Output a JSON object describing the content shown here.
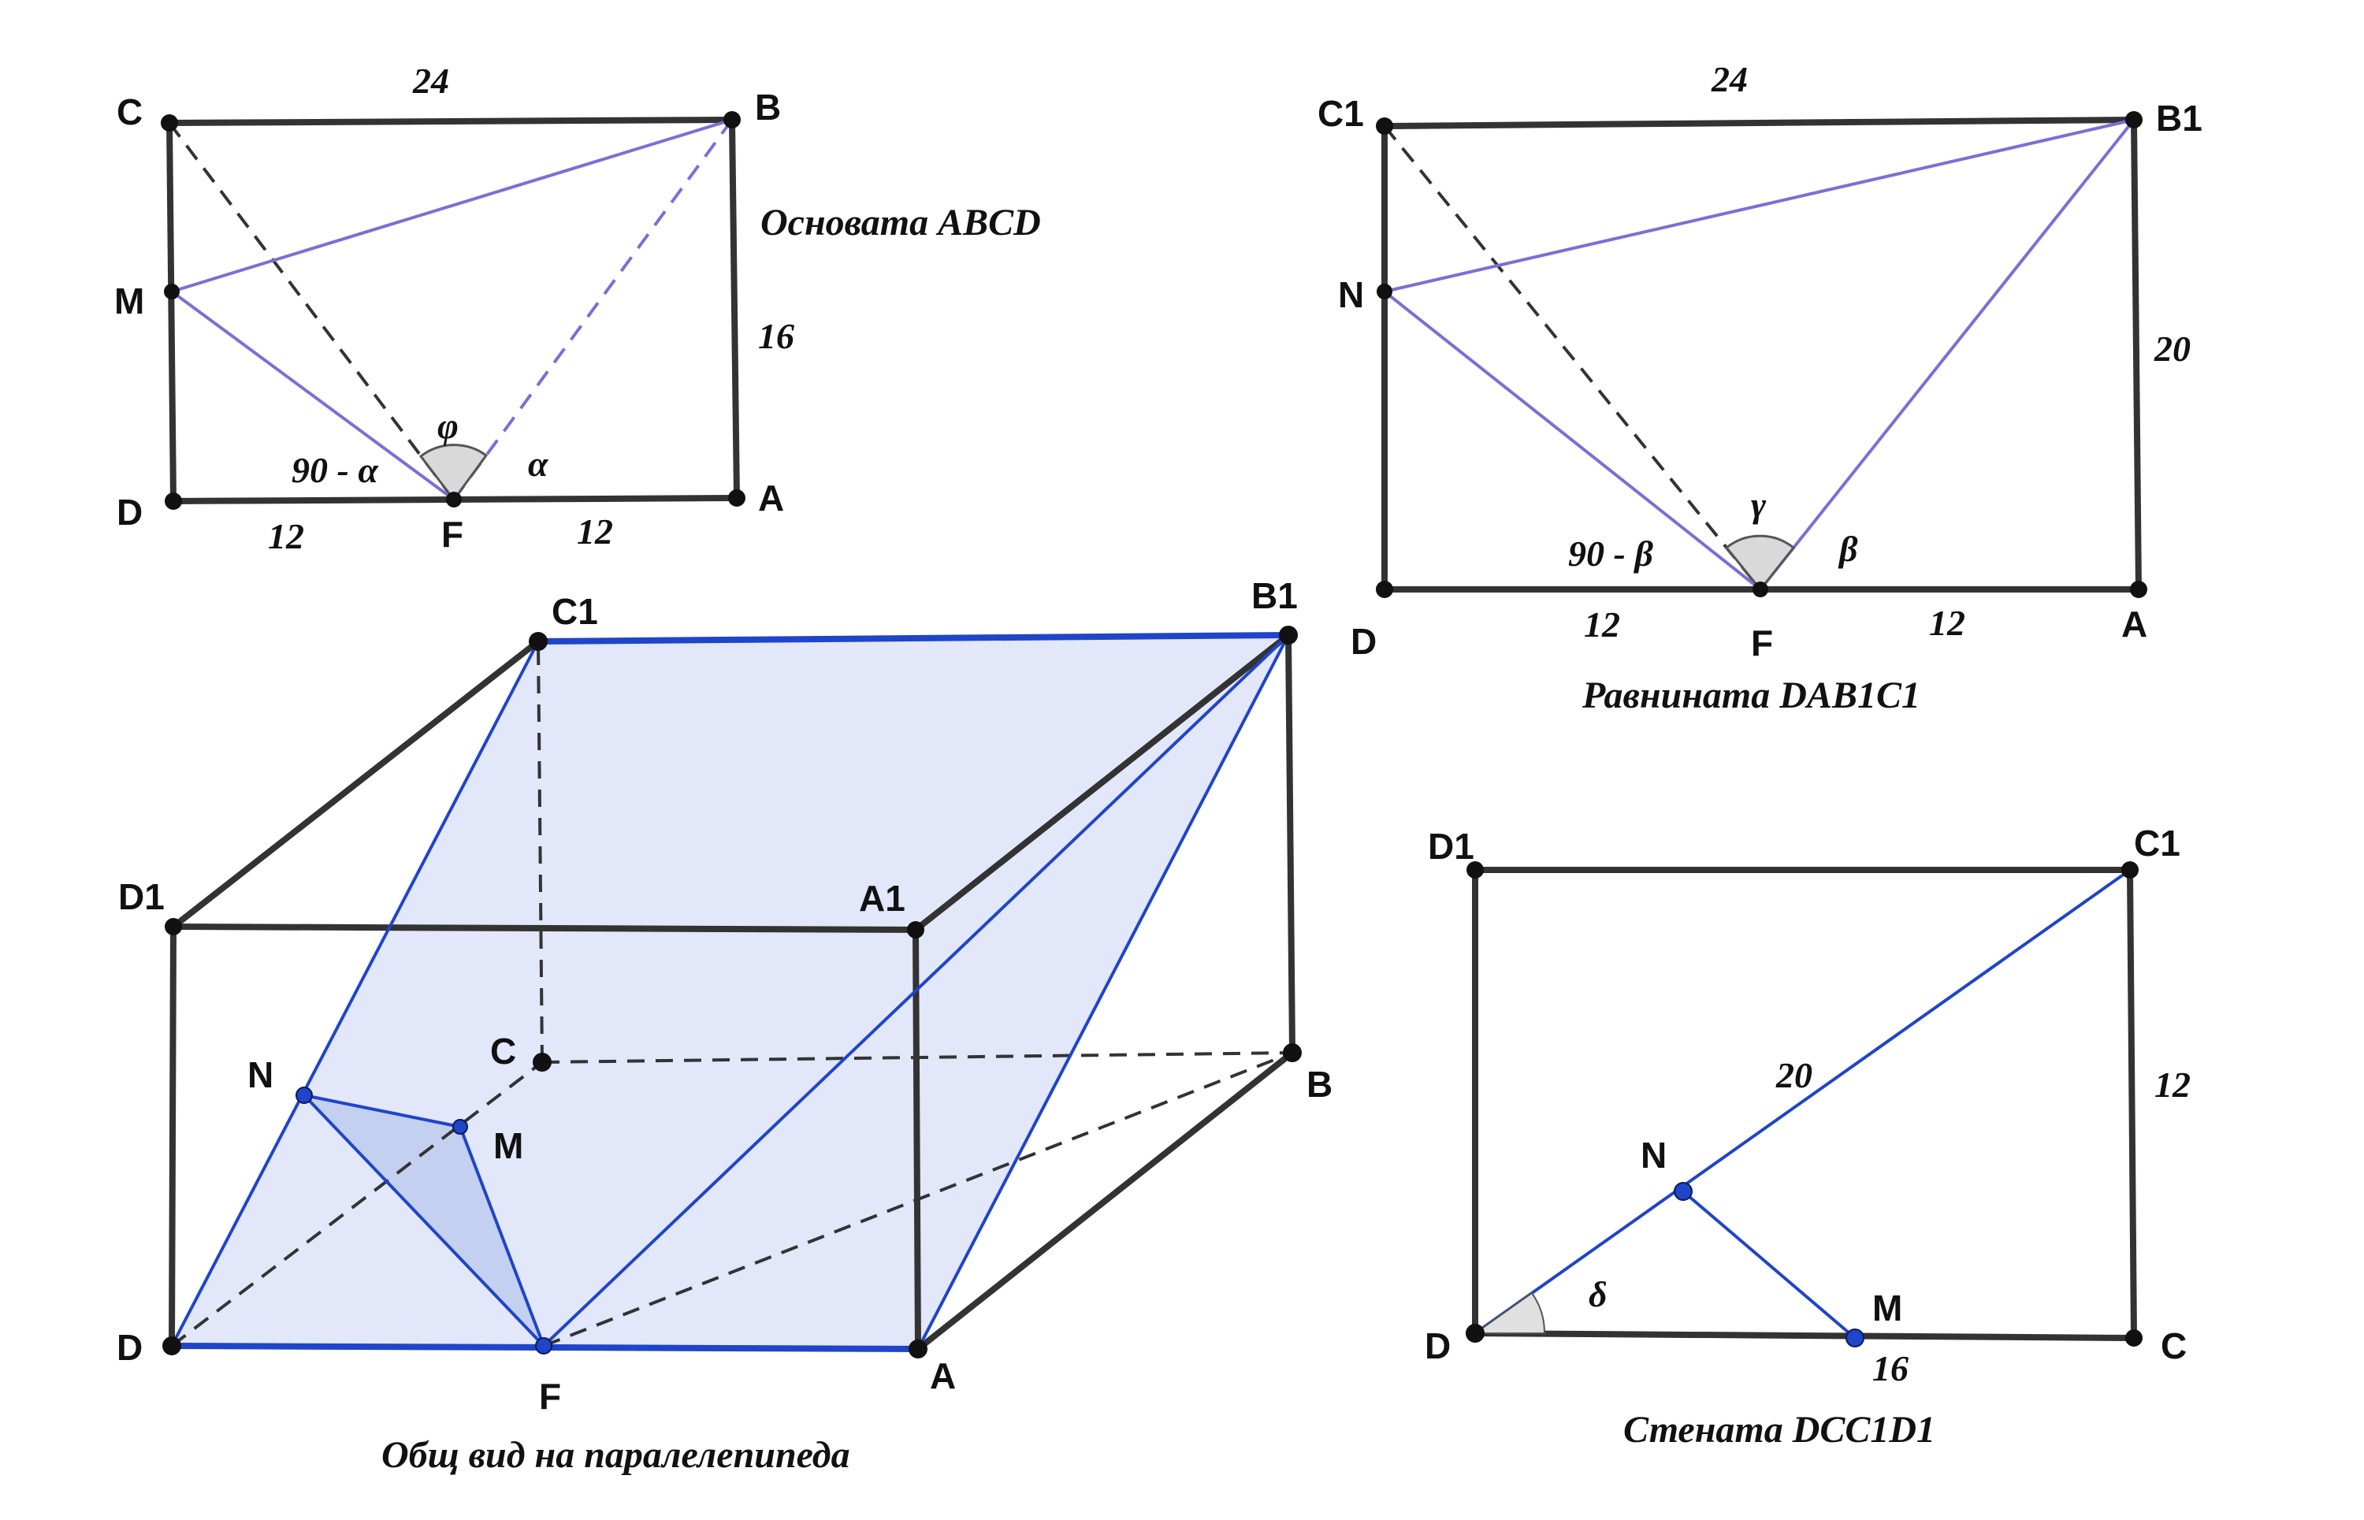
{
  "base": {
    "caption": "Основата ABCD",
    "points": {
      "C": "C",
      "B": "B",
      "M": "M",
      "D": "D",
      "F": "F",
      "A": "A"
    },
    "lengths": {
      "top": "24",
      "right": "16",
      "left_half": "12",
      "right_half": "12"
    },
    "angles": {
      "phi": "φ",
      "alpha": "α",
      "complement": "90 - α"
    }
  },
  "plane": {
    "caption": "Равнината DAB1C1",
    "points": {
      "C1": "C1",
      "B1": "B1",
      "N": "N",
      "D": "D",
      "F": "F",
      "A": "A"
    },
    "lengths": {
      "top": "24",
      "right": "20",
      "left_half": "12",
      "right_half": "12"
    },
    "angles": {
      "gamma": "γ",
      "beta": "β",
      "complement": "90 - β"
    }
  },
  "solid": {
    "caption": "Общ вид на паралелепипеда",
    "points": {
      "C1": "C1",
      "B1": "B1",
      "D1": "D1",
      "A1": "A1",
      "C": "C",
      "B": "B",
      "N": "N",
      "M": "M",
      "D": "D",
      "F": "F",
      "A": "A"
    },
    "colors": {
      "plane_fill": "#e2e7fa",
      "triangle_fill": "#c4d0ef"
    }
  },
  "wall": {
    "caption": "Стената DCC1D1",
    "points": {
      "D1": "D1",
      "C1": "C1",
      "N": "N",
      "M": "M",
      "D": "D",
      "C": "C"
    },
    "lengths": {
      "diagonal": "20",
      "right": "12",
      "bottom": "16"
    },
    "angles": {
      "delta": "δ"
    }
  }
}
